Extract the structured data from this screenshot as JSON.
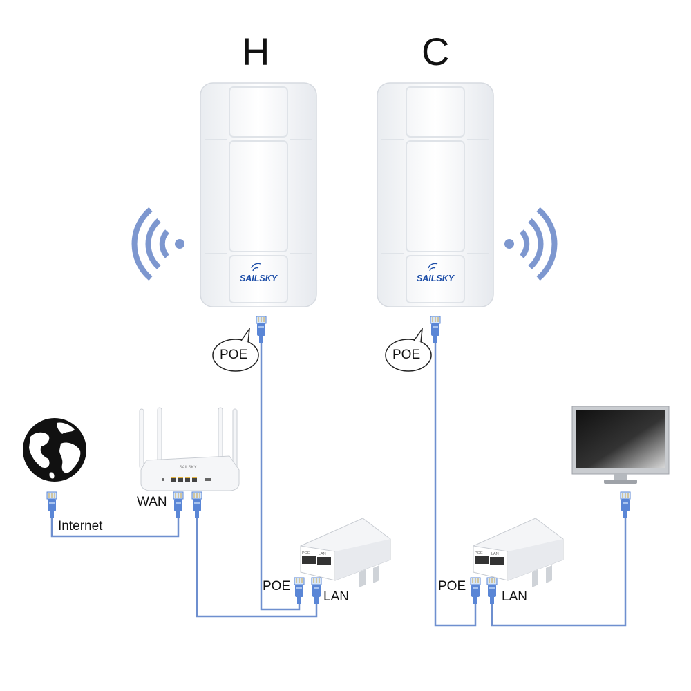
{
  "devices": {
    "left_cpe": {
      "label": "H",
      "brand": "SAILSKY"
    },
    "right_cpe": {
      "label": "C",
      "brand": "SAILSKY"
    }
  },
  "bubbles": {
    "left": "POE",
    "right": "POE"
  },
  "router": {
    "wan_label": "WAN"
  },
  "internet_label": "Internet",
  "injectors": {
    "left": {
      "poe_label": "POE",
      "lan_label": "LAN",
      "port_poe_text": "POE",
      "port_lan_text": "LAN"
    },
    "right": {
      "poe_label": "POE",
      "lan_label": "LAN",
      "port_poe_text": "POE",
      "port_lan_text": "LAN"
    }
  },
  "colors": {
    "cable": "#6e8fcf",
    "signal": "#7d97cf",
    "connector": "#5a86d6",
    "brand": "#1d4ea8"
  },
  "icons": [
    "globe-icon",
    "wifi-signal-icon",
    "monitor-icon",
    "router-icon",
    "rj45-connector-icon",
    "poe-adapter-icon",
    "speech-bubble-icon"
  ]
}
